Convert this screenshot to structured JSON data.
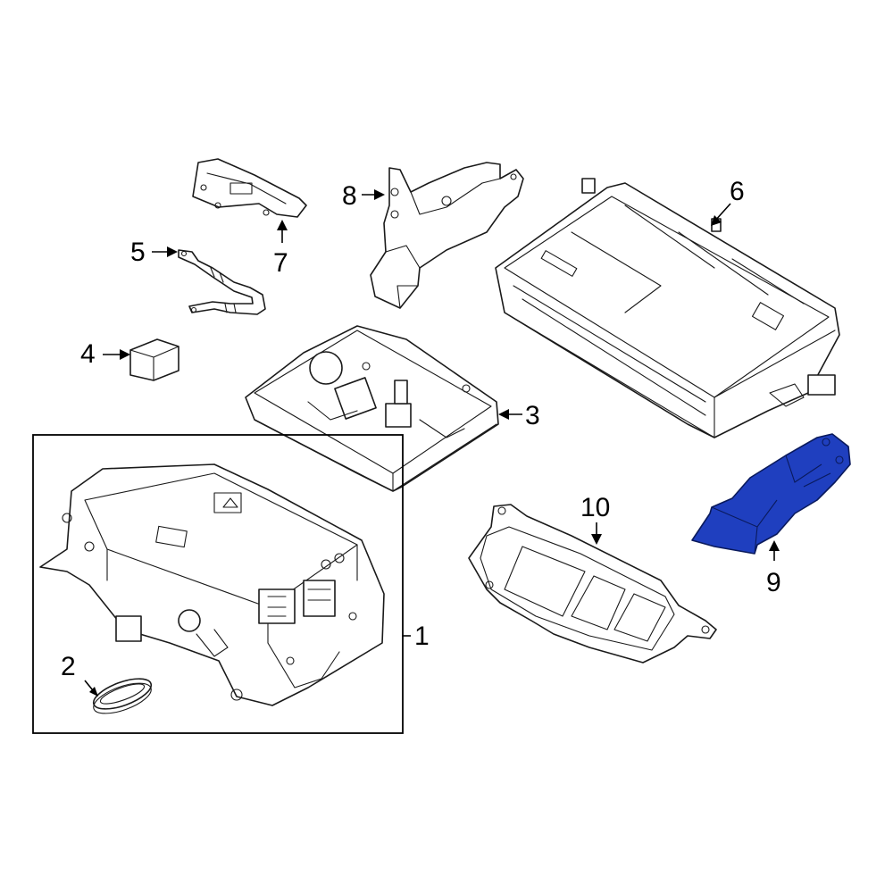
{
  "callouts": {
    "c1": "1",
    "c2": "2",
    "c3": "3",
    "c4": "4",
    "c5": "5",
    "c6": "6",
    "c7": "7",
    "c8": "8",
    "c9": "9",
    "c10": "10"
  },
  "highlight_color": "#1f3fbf"
}
